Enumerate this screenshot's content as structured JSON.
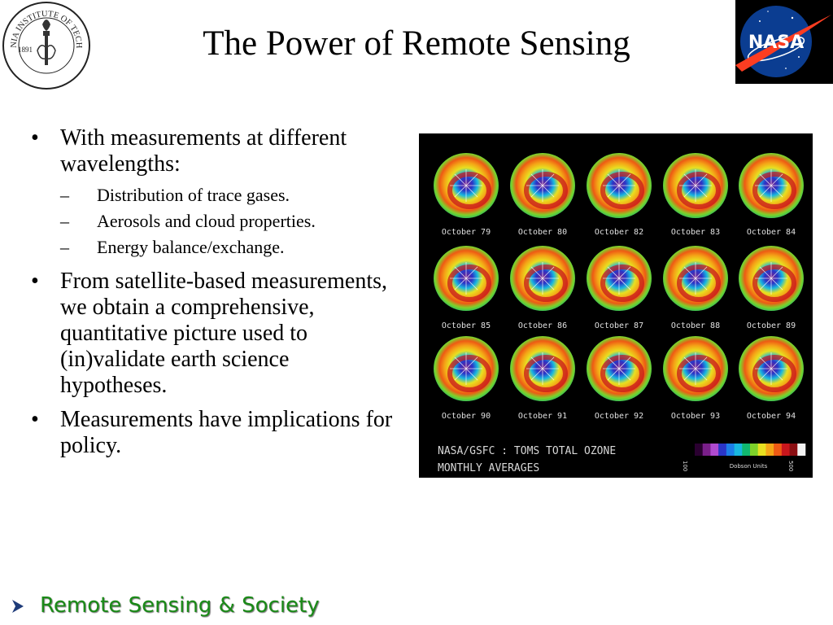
{
  "slide": {
    "title": "The Power of Remote Sensing",
    "bullets": [
      {
        "text": "With measurements at different wavelengths:",
        "subs": [
          "Distribution of trace gases.",
          "Aerosols and cloud properties.",
          "Energy balance/exchange."
        ]
      },
      {
        "text": "From satellite-based measurements, we obtain a comprehensive, quantitative picture used to (in)validate earth science hypotheses."
      },
      {
        "text": "Measurements have implications for policy."
      }
    ],
    "footer": "Remote Sensing & Society"
  },
  "logos": {
    "caltech": {
      "icon": "caltech-seal-icon",
      "text": "CALIFORNIA INSTITUTE OF TECHNOLOGY",
      "year": "1891"
    },
    "nasa": {
      "icon": "nasa-meatball-icon",
      "text": "NASA"
    }
  },
  "ozone_figure": {
    "labels": [
      "October 79",
      "October 80",
      "October 82",
      "October 83",
      "October 84",
      "October 85",
      "October 86",
      "October 87",
      "October 88",
      "October 89",
      "October 90",
      "October 91",
      "October 92",
      "October 93",
      "October 94"
    ],
    "caption_line1": "NASA/GSFC : TOMS TOTAL OZONE",
    "caption_line2": "MONTHLY AVERAGES",
    "colorbar_min": "100",
    "colorbar_max": "500",
    "colorbar_unit": "Dobson Units",
    "colorbar_colors": [
      "#2a0030",
      "#7a1f8a",
      "#b04ad0",
      "#2a35c8",
      "#1c7ee8",
      "#18b8e0",
      "#10b870",
      "#7ed22a",
      "#e8e020",
      "#f4a516",
      "#ee5a14",
      "#c8161c",
      "#8a0e12",
      "#f2f2f2"
    ]
  },
  "colors": {
    "footer_green": "#1a8a17",
    "nasa_blue": "#0b3d91",
    "nasa_red": "#fc3d21"
  }
}
